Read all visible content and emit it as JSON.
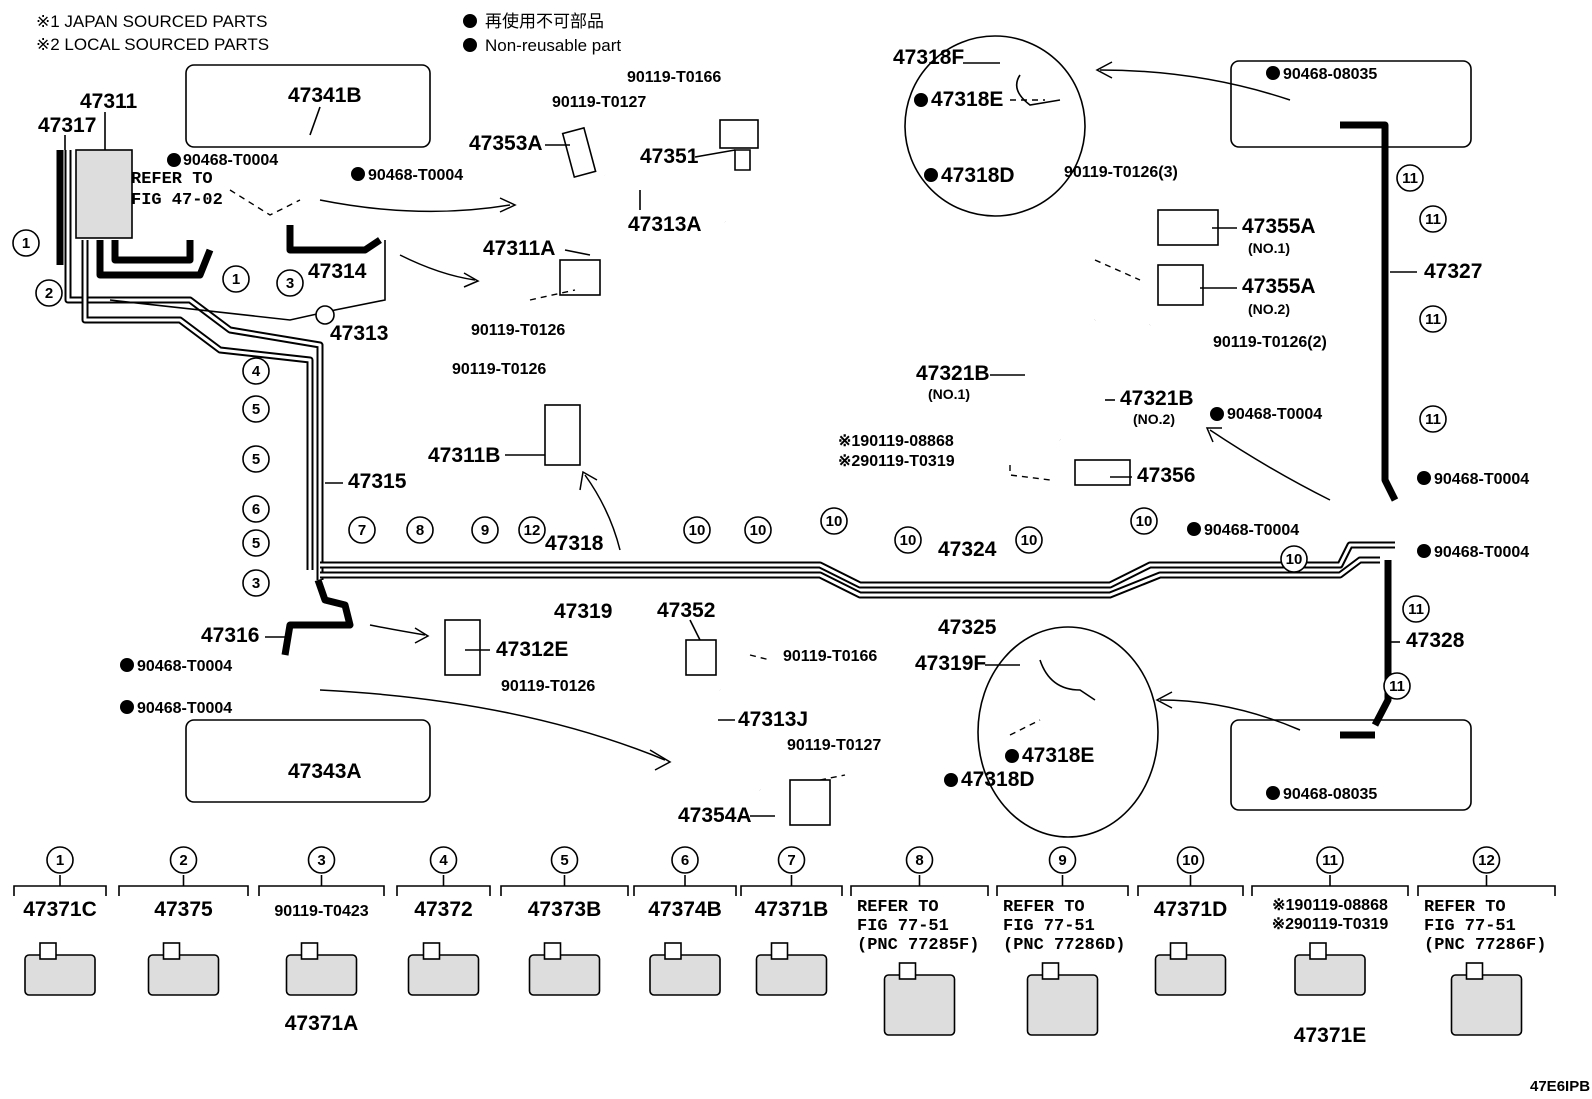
{
  "legend": {
    "japan_sourced": "※1 JAPAN SOURCED PARTS",
    "local_sourced": "※2 LOCAL SOURCED PARTS",
    "non_reusable_jp": "再使用不可部品",
    "non_reusable_en": "Non-reusable part"
  },
  "figure_id": "47E6IPB",
  "labels": {
    "p47311": "47311",
    "p47317": "47317",
    "p47341B": "47341B",
    "p90468_T0004_a": "90468-T0004",
    "p90468_T0004_b": "90468-T0004",
    "refer_to": "REFER TO",
    "fig_47_02": "FIG 47-02",
    "p47314": "47314",
    "p47313": "47313",
    "p47315": "47315",
    "p90119_T0166_a": "90119-T0166",
    "p90119_T0127_a": "90119-T0127",
    "p47353A": "47353A",
    "p47351": "47351",
    "p47313A": "47313A",
    "p47311A": "47311A",
    "p90119_T0126_a": "90119-T0126",
    "p90119_T0126_b": "90119-T0126",
    "p47311B": "47311B",
    "p47318": "47318",
    "p47319": "47319",
    "p47316": "47316",
    "p90468_T0004_c": "90468-T0004",
    "p90468_T0004_d": "90468-T0004",
    "p47343A": "47343A",
    "p47312E": "47312E",
    "p90119_T0126_c": "90119-T0126",
    "p47352": "47352",
    "p90119_T0166_b": "90119-T0166",
    "p47313J": "47313J",
    "p90119_T0127_b": "90119-T0127",
    "p47354A": "47354A",
    "p47324": "47324",
    "p47325": "47325",
    "p47318F": "47318F",
    "p47318E_a": "47318E",
    "p47318D_a": "47318D",
    "p90468_08035_a": "90468-08035",
    "p90119_T0126_3": "90119-T0126(3)",
    "p47355A_1": "47355A",
    "no1_a": "(NO.1)",
    "p47355A_2": "47355A",
    "no2_a": "(NO.2)",
    "p90119_T0126_2": "90119-T0126(2)",
    "p47327": "47327",
    "p47321B_1": "47321B",
    "no1_b": "(NO.1)",
    "p47321B_2": "47321B",
    "no2_b": "(NO.2)",
    "p90119_08868_a": "※190119-08868",
    "p90119_T0319_a": "※290119-T0319",
    "p47356": "47356",
    "p90468_T0004_e": "90468-T0004",
    "p90468_T0004_f": "90468-T0004",
    "p90468_T0004_g": "90468-T0004",
    "p90468_T0004_h": "90468-T0004",
    "p47328": "47328",
    "p47319F": "47319F",
    "p47318E_b": "47318E",
    "p47318D_b": "47318D",
    "p90468_08035_b": "90468-08035"
  },
  "callouts": {
    "c1a": "1",
    "c1b": "1",
    "c2": "2",
    "c3a": "3",
    "c3b": "3",
    "c4": "4",
    "c5a": "5",
    "c5b": "5",
    "c5c": "5",
    "c6": "6",
    "c7": "7",
    "c8": "8",
    "c9": "9",
    "c12": "12",
    "c10a": "10",
    "c10b": "10",
    "c10c": "10",
    "c10d": "10",
    "c10e": "10",
    "c10f": "10",
    "c10g": "10",
    "c11a": "11",
    "c11b": "11",
    "c11c": "11",
    "c11d": "11",
    "c11e": "11",
    "c11f": "11"
  },
  "clamp_table": [
    {
      "num": "1",
      "parts": [
        "47371C"
      ]
    },
    {
      "num": "2",
      "parts": [
        "47375"
      ]
    },
    {
      "num": "3",
      "parts": [
        "90119-T0423",
        "47371A"
      ]
    },
    {
      "num": "4",
      "parts": [
        "47372"
      ]
    },
    {
      "num": "5",
      "parts": [
        "47373B"
      ]
    },
    {
      "num": "6",
      "parts": [
        "47374B"
      ]
    },
    {
      "num": "7",
      "parts": [
        "47371B"
      ]
    },
    {
      "num": "8",
      "parts": [
        "REFER TO",
        "FIG 77-51",
        "(PNC 77285F)"
      ]
    },
    {
      "num": "9",
      "parts": [
        "REFER TO",
        "FIG 77-51",
        "(PNC 77286D)"
      ]
    },
    {
      "num": "10",
      "parts": [
        "47371D"
      ]
    },
    {
      "num": "11",
      "parts": [
        "※190119-08868",
        "※290119-T0319",
        "47371E"
      ]
    },
    {
      "num": "12",
      "parts": [
        "REFER TO",
        "FIG 77-51",
        "(PNC 77286F)"
      ]
    }
  ]
}
